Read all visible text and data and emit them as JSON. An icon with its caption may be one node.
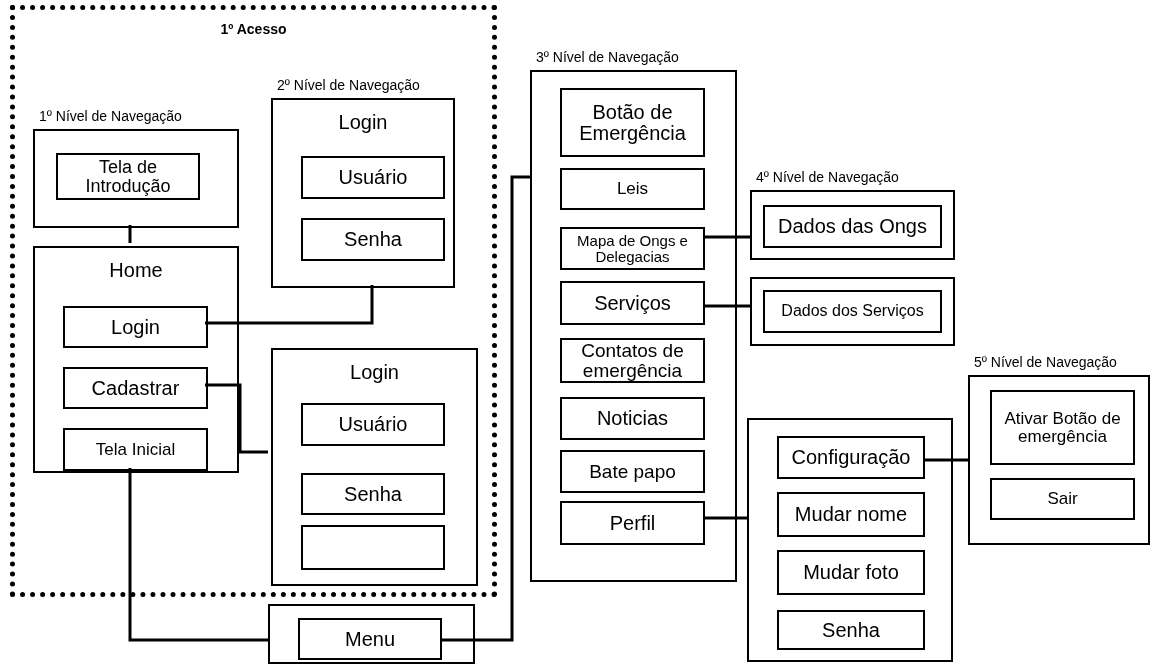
{
  "diagram": {
    "nodes": [
      {
        "text": [
          "1º Acesso"
        ]
      },
      {
        "text": [
          "1º Nível de Navegação"
        ],
        "in": 0
      },
      {
        "text": [
          "Tela de Introdução"
        ],
        "in": 1
      },
      {
        "text": [
          "Home"
        ],
        "in": 0
      },
      {
        "text": [
          "Login"
        ],
        "in": 3
      },
      {
        "text": [
          "Cadastrar"
        ],
        "in": 3
      },
      {
        "text": [
          "Tela Inicial"
        ],
        "in": 3
      },
      {
        "text": [
          "2º Nível de Navegação",
          "Login"
        ],
        "in": 0
      },
      {
        "text": [
          "Usuário"
        ],
        "in": 7
      },
      {
        "text": [
          "Senha"
        ],
        "in": 7
      },
      {
        "text": [
          "Login"
        ],
        "in": 0
      },
      {
        "text": [
          "Usuário"
        ],
        "in": 10
      },
      {
        "text": [
          "Senha"
        ],
        "in": 10
      },
      {
        "text": [],
        "shape": "box",
        "in": 10
      },
      {
        "text": [],
        "shape": "box"
      },
      {
        "text": [
          "Menu"
        ],
        "in": 14
      },
      {
        "text": [
          "3º Nível de Navegação"
        ]
      },
      {
        "text": [
          "Botão de Emergência"
        ],
        "in": 16
      },
      {
        "text": [
          "Leis"
        ],
        "in": 16
      },
      {
        "text": [
          "Mapa de Ongs e Delegacias"
        ],
        "in": 16
      },
      {
        "text": [
          "Serviços"
        ],
        "in": 16
      },
      {
        "text": [
          "Contatos de emergência"
        ],
        "in": 16
      },
      {
        "text": [
          "Noticias"
        ],
        "in": 16
      },
      {
        "text": [
          "Bate papo"
        ],
        "in": 16
      },
      {
        "text": [
          "Perfil"
        ],
        "in": 16
      },
      {
        "text": [
          "4º Nível de Navegação"
        ]
      },
      {
        "text": [
          "Dados das Ongs"
        ],
        "in": 25
      },
      {
        "text": [],
        "shape": "box"
      },
      {
        "text": [
          "Dados dos Serviços"
        ],
        "in": 27
      },
      {
        "text": [],
        "shape": "box"
      },
      {
        "text": [
          "Configuração"
        ],
        "in": 29
      },
      {
        "text": [
          "Mudar nome"
        ],
        "in": 29
      },
      {
        "text": [
          "Mudar foto"
        ],
        "in": 29
      },
      {
        "text": [
          "Senha"
        ],
        "in": 29
      },
      {
        "text": [
          "5º Nível de Navegação"
        ]
      },
      {
        "text": [
          "Ativar Botão de emergência"
        ],
        "in": 34
      },
      {
        "text": [
          "Sair"
        ],
        "in": 34
      }
    ],
    "edges": [
      {
        "from": 1,
        "to": 3,
        "arrow": "none"
      },
      {
        "from": 4,
        "to": 7,
        "arrow": "none"
      },
      {
        "from": 5,
        "to": 10,
        "arrow": "none"
      },
      {
        "from": 6,
        "to": 14,
        "arrow": "none"
      },
      {
        "from": 15,
        "to": 16,
        "arrow": "none"
      },
      {
        "from": 19,
        "to": 25,
        "arrow": "none"
      },
      {
        "from": 20,
        "to": 27,
        "arrow": "none"
      },
      {
        "from": 24,
        "to": 29,
        "arrow": "none"
      },
      {
        "from": 30,
        "to": 34,
        "arrow": "none"
      }
    ]
  }
}
